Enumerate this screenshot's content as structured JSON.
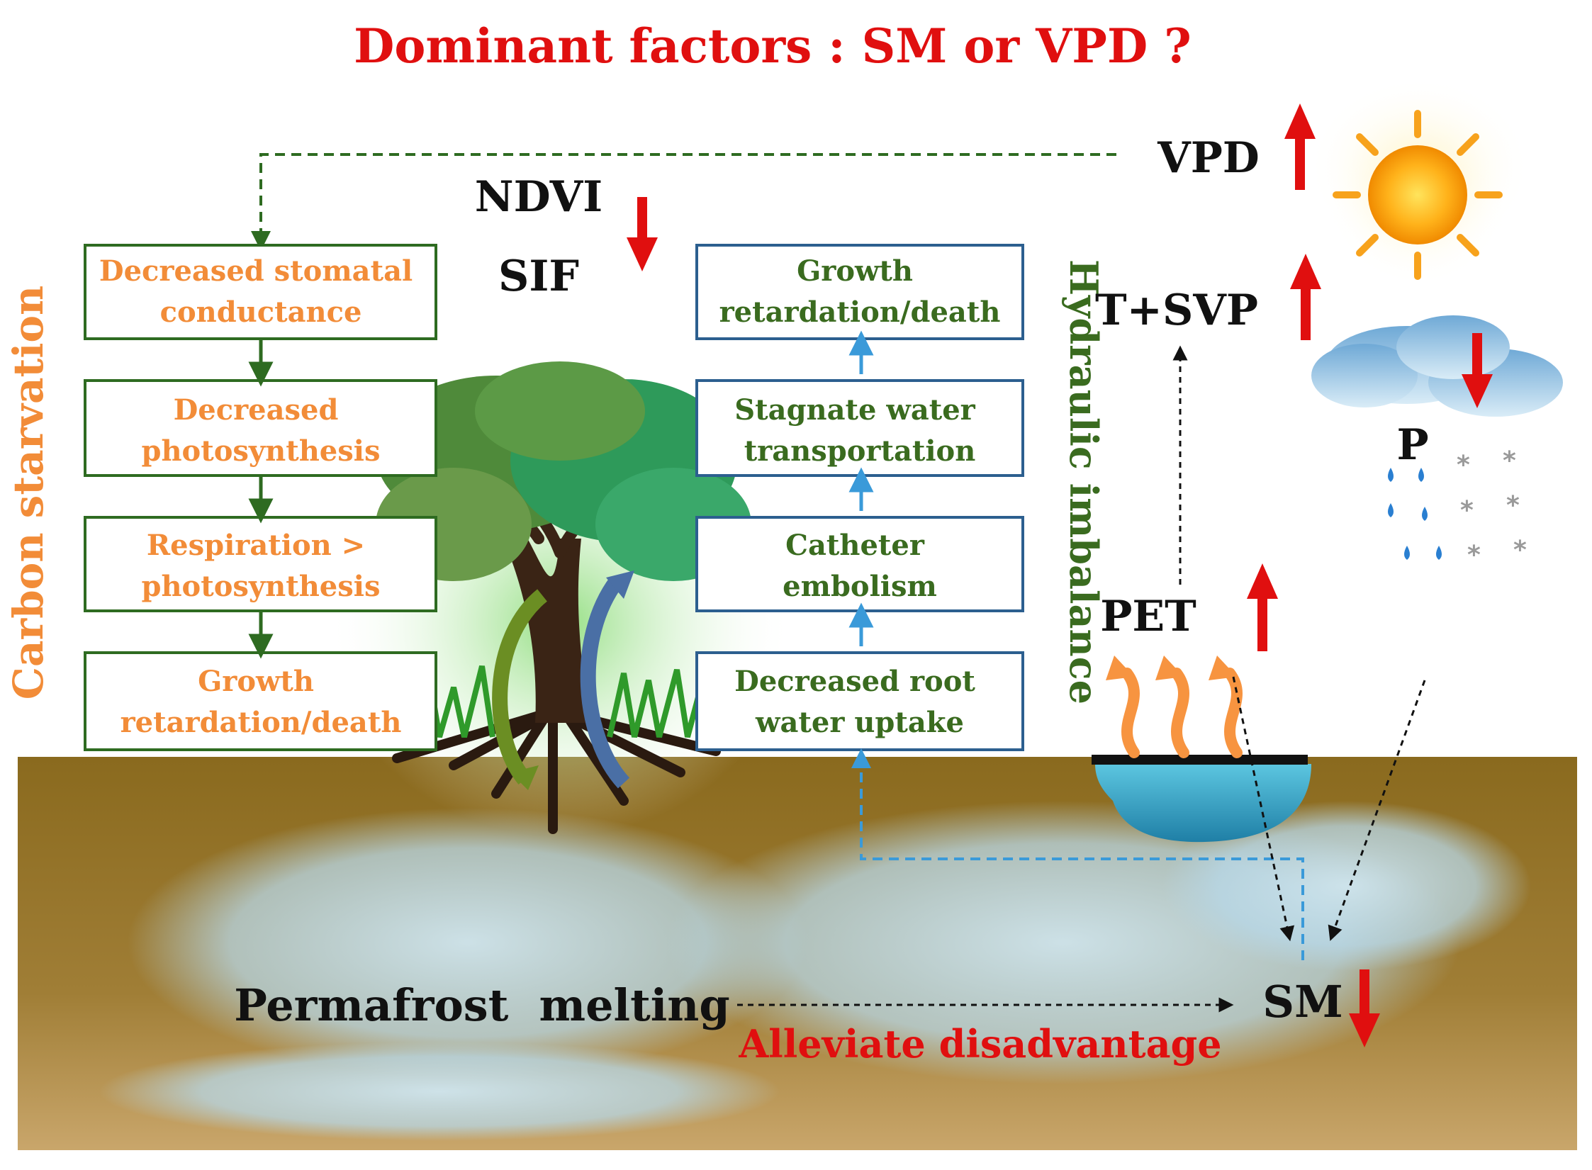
{
  "title": "Dominant factors : SM or VPD ?",
  "left_column": {
    "side_label": "Carbon starvation",
    "boxes": [
      "Decreased stomatal conductance",
      "Decreased photosynthesis",
      "Respiration > photosynthesis",
      "Growth retardation/death"
    ]
  },
  "right_column": {
    "side_label": "Hydraulic imbalance",
    "boxes": [
      "Growth retardation/death",
      "Stagnate water transportation",
      "Catheter embolism",
      "Decreased root water uptake"
    ]
  },
  "indicators": {
    "ndvi": "NDVI",
    "sif": "SIF",
    "vpd": "VPD",
    "t_svp": "T+SVP",
    "pet": "PET",
    "p": "P",
    "sm": "SM"
  },
  "bottom": {
    "permafrost": "Permafrost  melting",
    "alleviate": "Alleviate disadvantage"
  },
  "colors": {
    "title_red": "#e00f0f",
    "orange_text": "#f28c38",
    "dark_green": "#3a6b1f",
    "box_green": "#2e6b21",
    "box_blue": "#2c5f8f",
    "soil": "#8a6a1e",
    "dashed_blue": "#3a9ad9"
  },
  "icons": [
    "sun-icon",
    "rain-cloud-icon",
    "tree-icon",
    "water-pool-icon"
  ]
}
